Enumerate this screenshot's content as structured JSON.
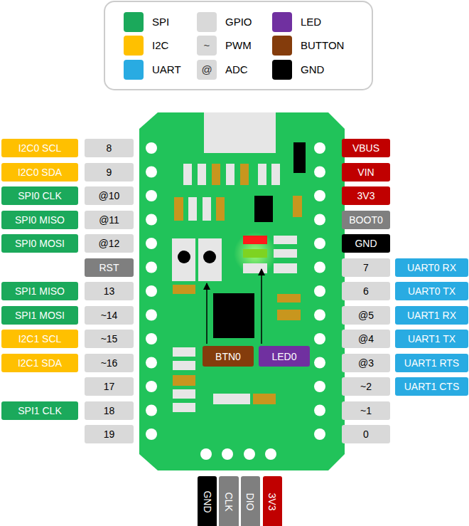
{
  "diagram": {
    "nodes": [
      {
        "text": [
          "I2C0 SCL"
        ]
      },
      {
        "text": [
          "8"
        ]
      },
      {
        "text": [
          "VBUS"
        ]
      },
      {
        "text": [
          "I2C0 SDA"
        ]
      },
      {
        "text": [
          "9"
        ]
      },
      {
        "text": [
          "VIN"
        ]
      },
      {
        "text": [
          "SPI0 CLK"
        ]
      },
      {
        "text": [
          "@10"
        ]
      },
      {
        "text": [
          "3V3"
        ]
      },
      {
        "text": [
          "SPI0 MISO"
        ]
      },
      {
        "text": [
          "@11"
        ]
      },
      {
        "text": [
          "BOOT0"
        ]
      },
      {
        "text": [
          "SPI0 MOSI"
        ]
      },
      {
        "text": [
          "@12"
        ]
      },
      {
        "text": [
          "GND"
        ]
      },
      {
        "text": [
          "RST"
        ]
      },
      {
        "text": [
          "7"
        ]
      },
      {
        "text": [
          "UART0 RX"
        ]
      },
      {
        "text": [
          "SPI1 MISO"
        ]
      },
      {
        "text": [
          "13"
        ]
      },
      {
        "text": [
          "6"
        ]
      },
      {
        "text": [
          "UART0 TX"
        ]
      },
      {
        "text": [
          "SPI1 MOSI"
        ]
      },
      {
        "text": [
          "~14"
        ]
      },
      {
        "text": [
          "@5"
        ]
      },
      {
        "text": [
          "UART1 RX"
        ]
      },
      {
        "text": [
          "I2C1 SCL"
        ]
      },
      {
        "text": [
          "~15"
        ]
      },
      {
        "text": [
          "@4"
        ]
      },
      {
        "text": [
          "UART1 TX"
        ]
      },
      {
        "text": [
          "I2C1 SDA"
        ]
      },
      {
        "text": [
          "~16"
        ]
      },
      {
        "text": [
          "@3"
        ]
      },
      {
        "text": [
          "UART1 RTS"
        ]
      },
      {
        "text": [
          "BTN0"
        ]
      },
      {
        "text": [
          "LED0"
        ]
      },
      {
        "text": [
          "17"
        ]
      },
      {
        "text": [
          "~2"
        ]
      },
      {
        "text": [
          "UART1 CTS"
        ]
      },
      {
        "text": [
          "SPI1 CLK"
        ]
      },
      {
        "text": [
          "18"
        ]
      },
      {
        "text": [
          "~1"
        ]
      },
      {
        "text": [
          "19"
        ]
      },
      {
        "text": [
          "0"
        ]
      },
      {
        "text": [
          "GND"
        ]
      },
      {
        "text": [
          "CLK"
        ]
      },
      {
        "text": [
          "DIO"
        ]
      },
      {
        "text": [
          "3V3"
        ]
      }
    ],
    "labels": [
      "~",
      "@"
    ],
    "legend": [
      {
        "text": "SPI",
        "color": "#1ba95b"
      },
      {
        "text": "GPIO",
        "color": "#d9d9d9"
      },
      {
        "text": "LED",
        "color": "#7030a0"
      },
      {
        "text": "I2C",
        "color": "#ffc000"
      },
      {
        "text": "PWM",
        "color": "#d9d9d9"
      },
      {
        "text": "BUTTON",
        "color": "#843c0c"
      },
      {
        "text": "UART",
        "color": "#29abe2"
      },
      {
        "text": "ADC",
        "color": "#d9d9d9"
      },
      {
        "text": "GND",
        "color": "#000000"
      }
    ]
  }
}
